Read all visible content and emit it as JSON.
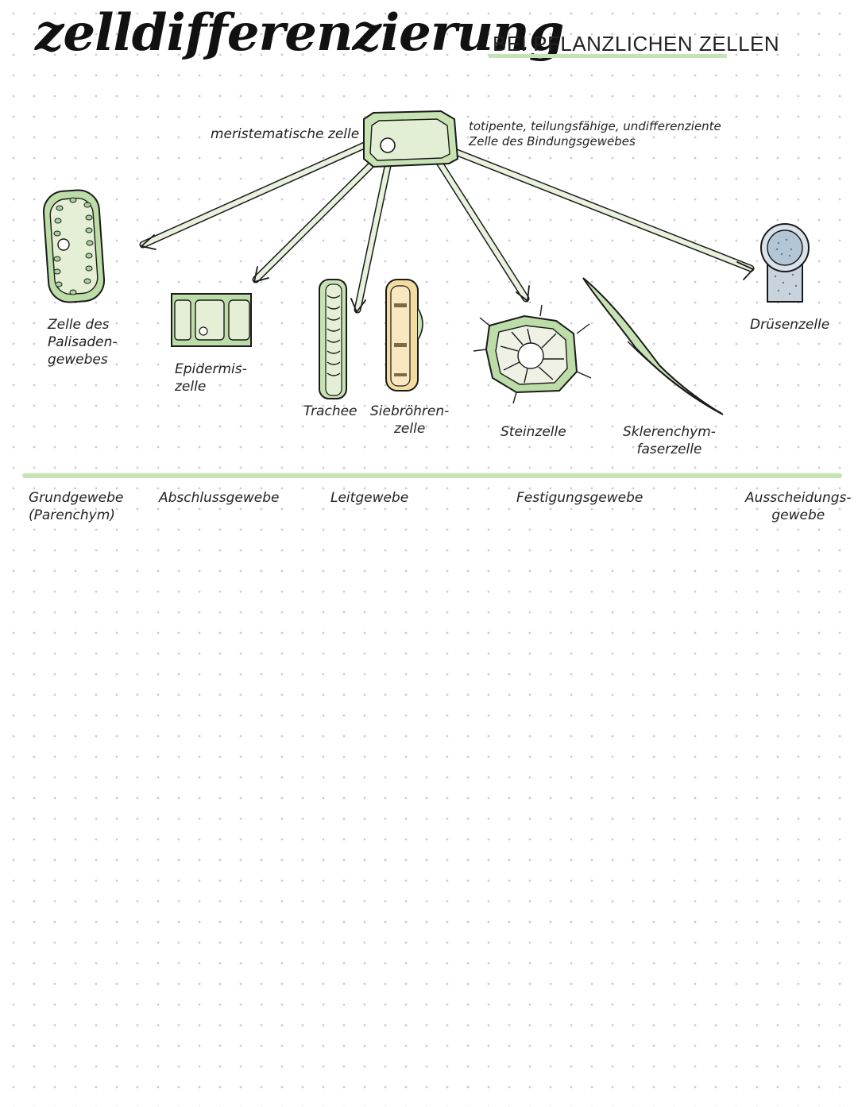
{
  "header": {
    "title": "zelldifferenzierung",
    "subtitle": "BEI PFLANZLICHEN ZELLEN"
  },
  "center": {
    "label_left": "meristematische zelle",
    "label_right": "totipente, teilungsfähige, undifferenziente\nZelle des Bindungsgewebes"
  },
  "cells": {
    "palisade": "Zelle des\nPalisaden-\ngewebes",
    "epidermis": "Epidermis-\nzelle",
    "trachee": "Trachee",
    "siebroehre": "Siebröhren-\nzelle",
    "steinzelle": "Steinzelle",
    "sklerenchym": "Sklerenchym-\nfaserzelle",
    "druese": "Drüsenzelle"
  },
  "tissues": {
    "grund": "Grundgewebe\n(Parenchym)",
    "abschluss": "Abschlussgewebe",
    "leit": "Leitgewebe",
    "festigung": "Festigungsgewebe",
    "ausscheidung": "Ausscheidungs-\ngewebe"
  },
  "colors": {
    "green_light": "#dfeccb",
    "green_mid": "#a8d49a",
    "outline": "#1a1a1a",
    "yellow": "#f3dca0",
    "blue_grey": "#b9c9d6"
  }
}
